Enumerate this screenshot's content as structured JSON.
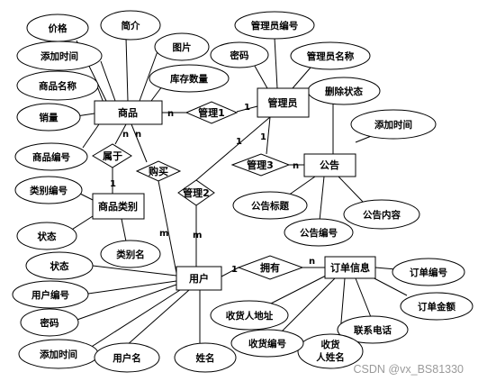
{
  "entities": {
    "product": "商品",
    "admin": "管理员",
    "notice": "公告",
    "category": "商品类别",
    "user": "用户",
    "order": "订单信息"
  },
  "relations": {
    "manage1": "管理1",
    "manage2": "管理2",
    "manage3": "管理3",
    "belong": "属于",
    "buy": "购买",
    "have": "拥有"
  },
  "attributes": {
    "product": {
      "price": "价格",
      "intro": "简介",
      "image": "图片",
      "stock": "库存数量",
      "add_time": "添加时间",
      "name": "商品名称",
      "sales": "销量",
      "code": "商品编号"
    },
    "admin": {
      "code": "管理员编号",
      "password": "密码",
      "name": "管理员名称"
    },
    "notice": {
      "delete_status": "删除状态",
      "add_time": "添加时间",
      "title": "公告标题",
      "content": "公告内容",
      "code": "公告编号"
    },
    "category": {
      "code": "类别编号",
      "status": "状态",
      "name": "类别名"
    },
    "user": {
      "status": "状态",
      "code": "用户编号",
      "password": "密码",
      "add_time": "添加时间",
      "username": "用户名",
      "realname": "姓名"
    },
    "order": {
      "code": "订单编号",
      "amount": "订单金额",
      "phone": "联系电话",
      "receiver": "收货人姓名",
      "ship_code": "收货编号",
      "address": "收货人地址"
    }
  },
  "cardinalities": {
    "manage1_product": "n",
    "manage1_admin": "1",
    "manage2_admin": "1",
    "manage2_user": "m",
    "manage3_admin": "1",
    "manage3_notice": "n",
    "belong_product": "n",
    "belong_category": "1",
    "buy_product": "n",
    "buy_user": "m",
    "have_user": "1",
    "have_order": "n"
  },
  "watermark": "CSDN @vx_BS81330"
}
